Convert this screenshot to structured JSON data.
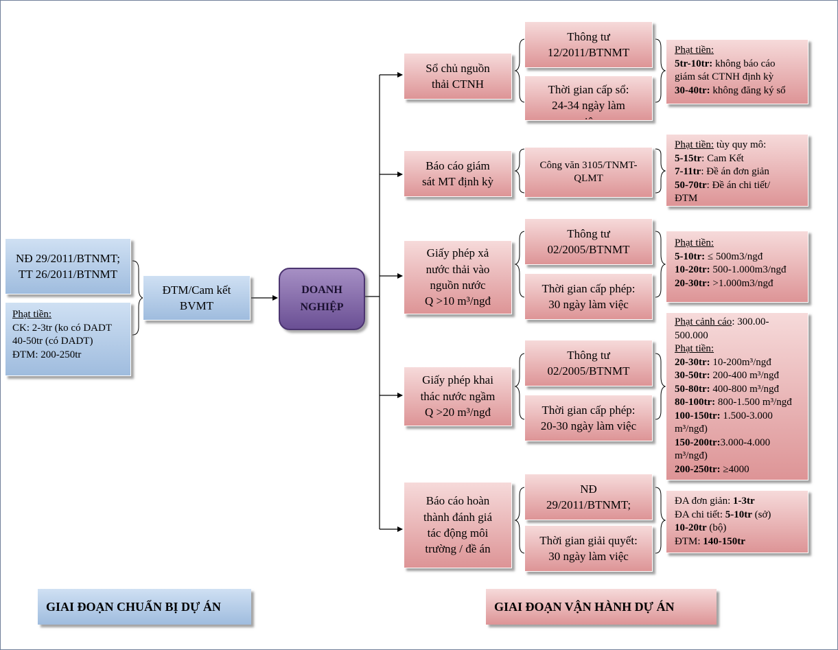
{
  "left": {
    "legal_lines": [
      "NĐ 29/2011/BTNMT;",
      "TT 26/2011/BTNMT"
    ],
    "penalty_title": "Phạt tiền:",
    "penalty_lines": [
      "CK: 2-3tr (ko có DADT",
      "40-50tr (có DADT)",
      "ĐTM: 200-250tr"
    ],
    "dtm_lines": [
      "ĐTM/Cam kết",
      "BVMT"
    ]
  },
  "center": {
    "lines": [
      "DOANH",
      "NGHIỆP"
    ]
  },
  "branches": [
    {
      "title": [
        "Sổ chủ nguồn",
        "thải CTNH"
      ],
      "sub1": [
        "Thông tư",
        "12/2011/BTNMT"
      ],
      "sub2": [
        "Thời gian cấp sổ:",
        "24-34 ngày làm",
        "việc"
      ],
      "penalty": [
        [
          {
            "t": "Phạt tiền:",
            "u": 1
          }
        ],
        [
          {
            "t": "5tr-10tr:",
            "b": 1
          },
          {
            "t": " không báo cáo"
          }
        ],
        [
          {
            "t": "giám sát CTNH định kỳ"
          }
        ],
        [
          {
            "t": "30-40tr:",
            "b": 1
          },
          {
            "t": " không đăng ký sổ"
          }
        ]
      ]
    },
    {
      "title": [
        "Báo cáo giám",
        "sát MT định kỳ"
      ],
      "sub1": [
        "Công văn 3105/TNMT-",
        "QLMT"
      ],
      "penalty": [
        [
          {
            "t": "Phạt tiền:",
            "u": 1
          },
          {
            "t": " tùy quy mô:"
          }
        ],
        [
          {
            "t": "5-15tr",
            "b": 1
          },
          {
            "t": ": Cam Kết"
          }
        ],
        [
          {
            "t": "7-11tr",
            "b": 1
          },
          {
            "t": ": Đề án đơn giản"
          }
        ],
        [
          {
            "t": "50-70tr",
            "b": 1
          },
          {
            "t": ": Đề án chi tiết/"
          }
        ],
        [
          {
            "t": "ĐTM"
          }
        ]
      ]
    },
    {
      "title": [
        "Giấy phép xả",
        "nước thải vào",
        "nguồn nước",
        "Q >10 m³/ngđ"
      ],
      "sub1": [
        "Thông tư",
        "02/2005/BTNMT"
      ],
      "sub2": [
        "Thời gian cấp phép:",
        "30 ngày làm việc"
      ],
      "penalty": [
        [
          {
            "t": "Phạt tiền:",
            "u": 1
          }
        ],
        [
          {
            "t": "5-10tr:",
            "b": 1
          },
          {
            "t": " ≤ 500m3/ngđ"
          }
        ],
        [
          {
            "t": "10-20tr:",
            "b": 1
          },
          {
            "t": " 500-1.000m3/ngđ"
          }
        ],
        [
          {
            "t": "20-30tr:",
            "b": 1
          },
          {
            "t": "   >1.000m3/ngđ"
          }
        ]
      ]
    },
    {
      "title": [
        "Giấy phép khai",
        "thác nước ngầm",
        "Q >20 m³/ngđ"
      ],
      "sub1": [
        "Thông tư",
        "02/2005/BTNMT"
      ],
      "sub2": [
        "Thời gian cấp phép:",
        "20-30 ngày làm việc"
      ],
      "penalty": [
        [
          {
            "t": "Phạt cảnh cáo",
            "u": 1
          },
          {
            "t": ": 300.00-"
          }
        ],
        [
          {
            "t": "500.000"
          }
        ],
        [
          {
            "t": "Phạt tiền:",
            "u": 1
          }
        ],
        [
          {
            "t": "20-30tr:",
            "b": 1
          },
          {
            "t": " 10-200m³/ngđ"
          }
        ],
        [
          {
            "t": "30-50tr:",
            "b": 1
          },
          {
            "t": " 200-400 m³/ngđ"
          }
        ],
        [
          {
            "t": "50-80tr:",
            "b": 1
          },
          {
            "t": " 400-800 m³/ngđ"
          }
        ],
        [
          {
            "t": "80-100tr:",
            "b": 1
          },
          {
            "t": " 800-1.500 m³/ngđ"
          }
        ],
        [
          {
            "t": "100-150tr:",
            "b": 1
          },
          {
            "t": " 1.500-3.000"
          }
        ],
        [
          {
            "t": "m³/ngđ)"
          }
        ],
        [
          {
            "t": "150-200tr:",
            "b": 1
          },
          {
            "t": "3.000-4.000"
          }
        ],
        [
          {
            "t": "m³/ngđ)"
          }
        ],
        [
          {
            "t": "200-250tr:",
            "b": 1
          },
          {
            "t": " ≥4000"
          }
        ]
      ]
    },
    {
      "title": [
        "Báo cáo hoàn",
        "thành đánh giá",
        "tác động môi",
        "trường / đề án"
      ],
      "sub1": [
        "NĐ",
        "29/2011/BTNMT;"
      ],
      "sub2": [
        "Thời gian giải quyết:",
        "30 ngày làm việc"
      ],
      "penalty": [
        [
          {
            "t": "ĐA đơn giản: "
          },
          {
            "t": "1-3tr",
            "b": 1
          }
        ],
        [
          {
            "t": "ĐA chi tiết: "
          },
          {
            "t": "5-10tr",
            "b": 1
          },
          {
            "t": " (sở)"
          }
        ],
        [
          {
            "t": "10-20tr",
            "b": 1
          },
          {
            "t": " (bộ)"
          }
        ],
        [
          {
            "t": "ĐTM: "
          },
          {
            "t": "140-150tr",
            "b": 1
          }
        ]
      ]
    }
  ],
  "stages": {
    "prep": "GIAI ĐOẠN CHUẨN BỊ DỰ ÁN",
    "ops": "GIAI ĐOẠN VẬN HÀNH DỰ ÁN"
  },
  "colors": {
    "blue_box": "#9fbcde",
    "red_box": "#dd9496",
    "center_box": "#6a4f94",
    "line": "#000000"
  }
}
